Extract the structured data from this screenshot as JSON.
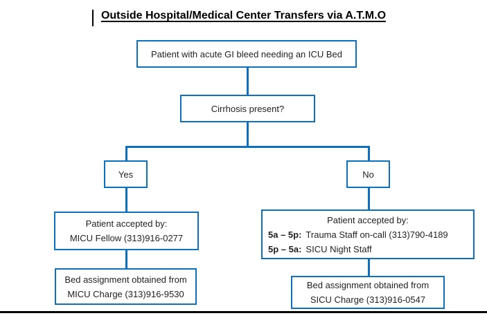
{
  "title": "Outside Hospital/Medical Center Transfers via A.T.M.O",
  "colors": {
    "box_border": "#0d6fc0",
    "connector": "#0d6fc0",
    "text": "#1f1f1f",
    "page_border": "#000000"
  },
  "nodes": {
    "gi_bleed": {
      "label": "Patient with acute GI bleed needing an ICU Bed"
    },
    "cirrhosis": {
      "label": "Cirrhosis present?"
    },
    "yes": {
      "label": "Yes"
    },
    "no": {
      "label": "No"
    },
    "micu_accepted": {
      "line1": "Patient accepted by:",
      "line2": "MICU Fellow (313)916-0277"
    },
    "sicu_accepted": {
      "line1": "Patient accepted by:",
      "line2_time": "5a – 5p:",
      "line2_text": "Trauma Staff on-call (313)790-4189",
      "line3_time": "5p – 5a:",
      "line3_text": "SICU Night Staff"
    },
    "micu_bed": {
      "line1": "Bed assignment obtained from",
      "line2": "MICU Charge (313)916-9530"
    },
    "sicu_bed": {
      "line1": "Bed assignment obtained from",
      "line2": "SICU Charge (313)916-0547"
    }
  }
}
